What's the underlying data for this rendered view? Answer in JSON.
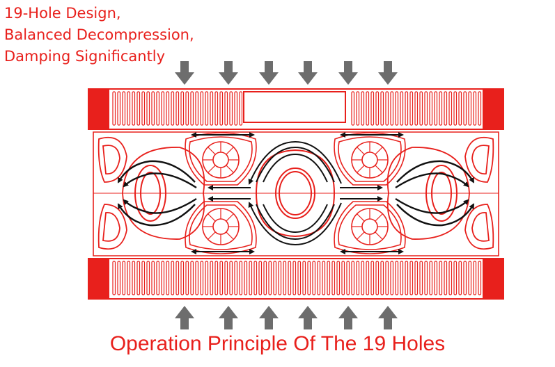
{
  "caption": {
    "line1": "19-Hole Design,",
    "line2": "Balanced Decompression,",
    "line3": "Damping Significantly"
  },
  "footer": {
    "title": "Operation Principle Of The 19 Holes"
  },
  "colors": {
    "accent": "#e8201c",
    "arrow": "#6d6d6d",
    "flow": "#111111"
  },
  "icons": {
    "top_arrows": "arrow-down-icon",
    "bottom_arrows": "arrow-up-icon"
  }
}
